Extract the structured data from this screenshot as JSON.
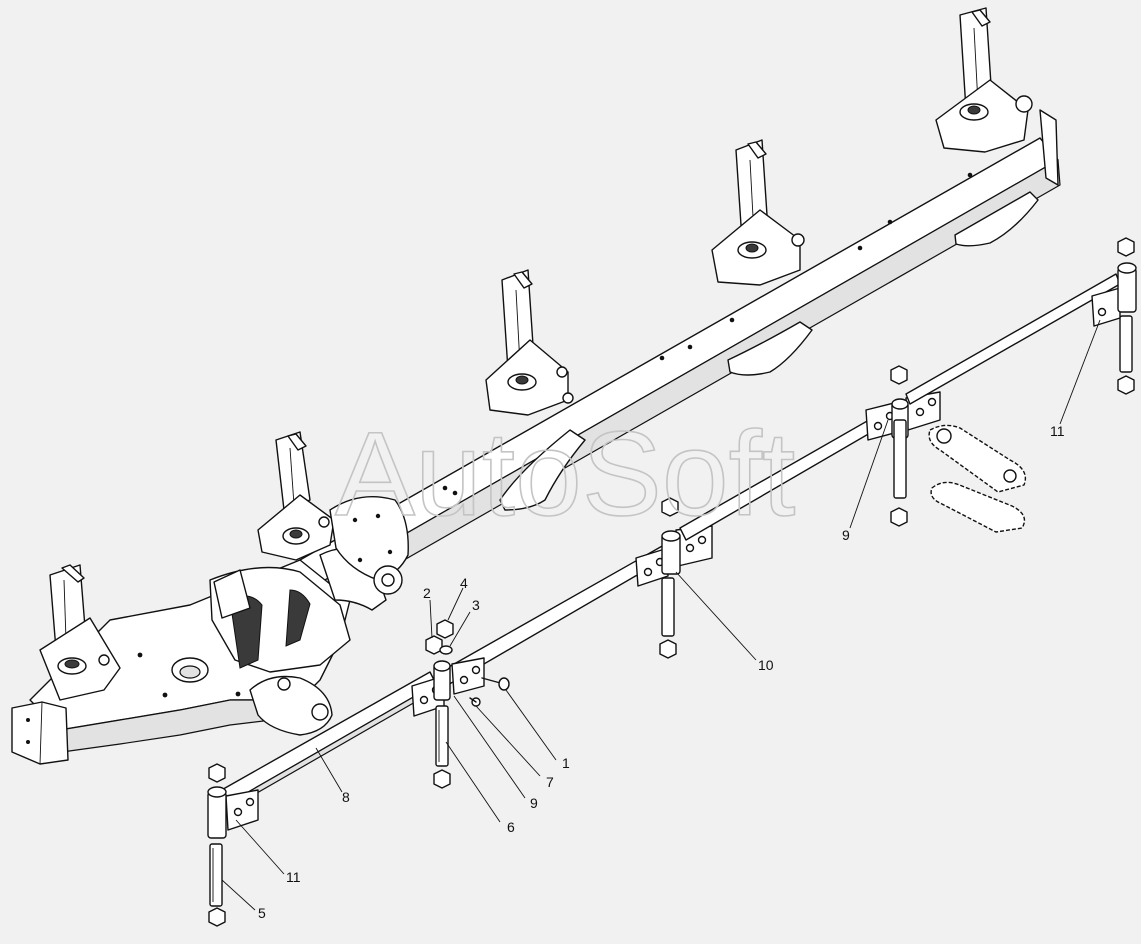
{
  "watermark": "AutoSoft",
  "callouts": [
    {
      "label": "1"
    },
    {
      "label": "2"
    },
    {
      "label": "3"
    },
    {
      "label": "4"
    },
    {
      "label": "5"
    },
    {
      "label": "6"
    },
    {
      "label": "7"
    },
    {
      "label": "8"
    },
    {
      "label": "9"
    },
    {
      "label": "9"
    },
    {
      "label": "10"
    },
    {
      "label": "11"
    },
    {
      "label": "11"
    }
  ]
}
